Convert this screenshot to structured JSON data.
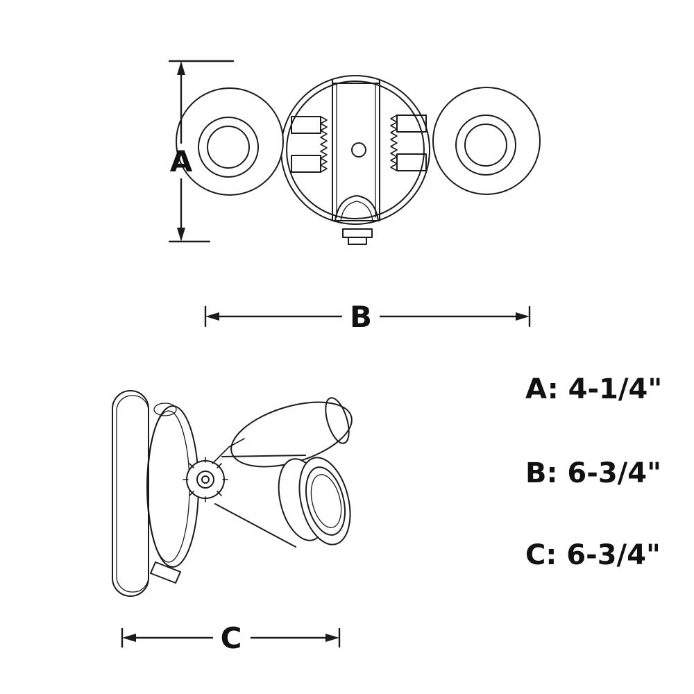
{
  "colors": {
    "background": "#ffffff",
    "line": "#1b1b1b",
    "text": "#111111"
  },
  "dimension_labels": {
    "a": "A",
    "b": "B",
    "c": "C"
  },
  "legend": {
    "items": [
      {
        "text": "A: 4-1/4\""
      },
      {
        "text": "B: 6-3/4\""
      },
      {
        "text": "C: 6-3/4\""
      }
    ]
  }
}
